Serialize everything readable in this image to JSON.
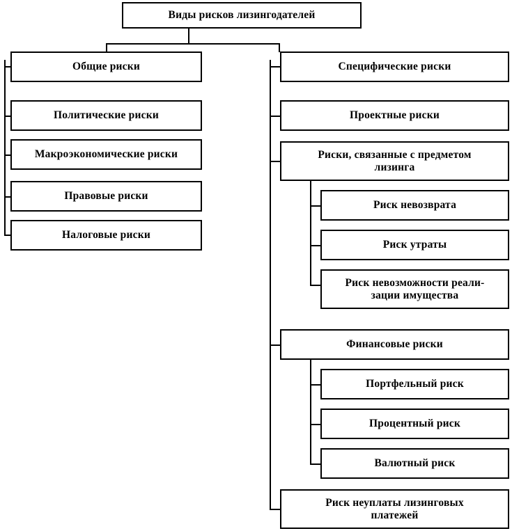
{
  "diagram": {
    "title": "Виды рисков лизингодателей",
    "type": "tree-hierarchy",
    "orientation": "top-down-then-left-bracket",
    "root": {
      "label": "Виды рисков лизингодателей"
    },
    "branches": [
      {
        "id": "general-risks",
        "label": "Общие риски",
        "children": [
          {
            "id": "political-risks",
            "label": "Политические риски"
          },
          {
            "id": "macroeconomic-risks",
            "label": "Макроэкономические риски"
          },
          {
            "id": "legal-risks",
            "label": "Правовые риски"
          },
          {
            "id": "tax-risks",
            "label": "Налоговые риски"
          }
        ]
      },
      {
        "id": "specific-risks",
        "label": "Специфические риски",
        "children": [
          {
            "id": "project-risks",
            "label": "Проектные риски",
            "children": []
          },
          {
            "id": "leased-asset-risks",
            "label": "Риски, связанные с предметом\nлизинга",
            "children": [
              {
                "id": "non-return-risk",
                "label": "Риск невозврата"
              },
              {
                "id": "loss-risk",
                "label": "Риск утраты"
              },
              {
                "id": "non-realization-risk",
                "label": "Риск невозможности реали-\nзации имущества"
              }
            ]
          },
          {
            "id": "financial-risks",
            "label": "Финансовые риски",
            "children": [
              {
                "id": "portfolio-risk",
                "label": "Портфельный риск"
              },
              {
                "id": "interest-rate-risk",
                "label": "Процентный риск"
              },
              {
                "id": "currency-risk",
                "label": "Валютный риск"
              }
            ]
          },
          {
            "id": "non-payment-risk",
            "label": "Риск неуплаты лизинговых\nплатежей",
            "children": []
          }
        ]
      }
    ],
    "nodes": {
      "root": "Виды рисков лизингодателей",
      "general": "Общие риски",
      "political": "Политические риски",
      "macroeconomic": "Макроэкономические риски",
      "legal": "Правовые риски",
      "tax": "Налоговые риски",
      "specific": "Специфические риски",
      "project": "Проектные риски",
      "leased_asset": "Риски, связанные с предметом\nлизинга",
      "non_return": "Риск невозврата",
      "loss": "Риск утраты",
      "non_realization": "Риск невозможности реали-\nзации имущества",
      "financial": "Финансовые риски",
      "portfolio": "Портфельный риск",
      "interest_rate": "Процентный риск",
      "currency": "Валютный риск",
      "non_payment": "Риск неуплаты лизинговых\nплатежей"
    },
    "colors": {
      "background": "#ffffff",
      "border": "#000000",
      "text": "#000000",
      "connector": "#000000"
    }
  }
}
